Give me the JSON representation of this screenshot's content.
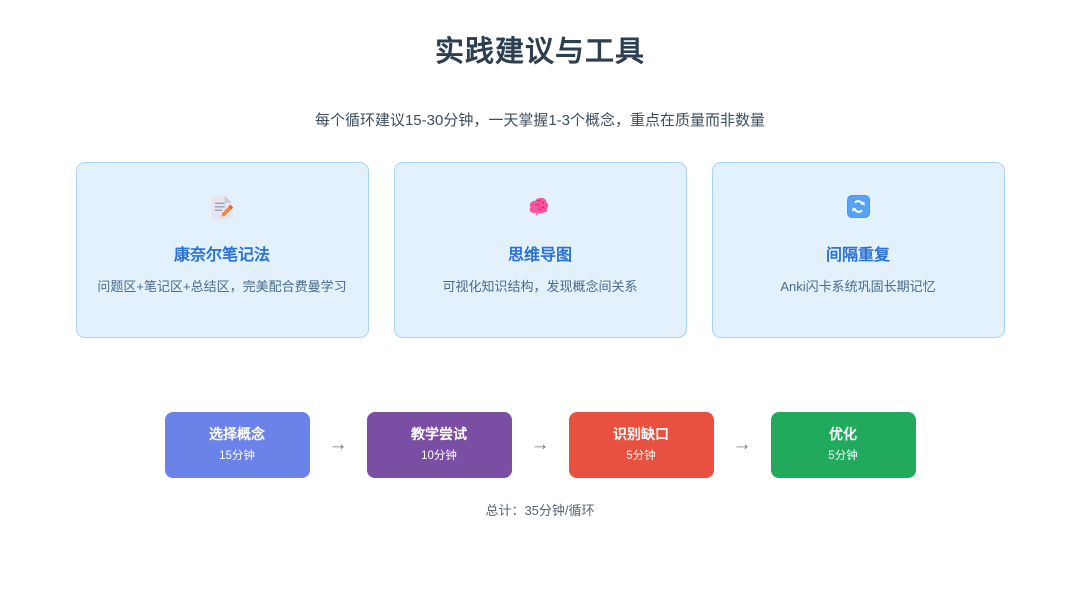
{
  "header": {
    "title": "实践建议与工具",
    "subtitle": "每个循环建议15-30分钟，一天掌握1-3个概念，重点在质量而非数量"
  },
  "cards": [
    {
      "icon": "memo-icon",
      "title": "康奈尔笔记法",
      "description": "问题区+笔记区+总结区，完美配合费曼学习"
    },
    {
      "icon": "brain-icon",
      "title": "思维导图",
      "description": "可视化知识结构，发现概念间关系"
    },
    {
      "icon": "refresh-icon",
      "title": "间隔重复",
      "description": "Anki闪卡系统巩固长期记忆"
    }
  ],
  "flow": {
    "steps": [
      {
        "label": "选择概念",
        "time": "15分钟",
        "color": "#6b82e8"
      },
      {
        "label": "教学尝试",
        "time": "10分钟",
        "color": "#7a4fa3"
      },
      {
        "label": "识别缺口",
        "time": "5分钟",
        "color": "#e8503f"
      },
      {
        "label": "优化",
        "time": "5分钟",
        "color": "#21a95e"
      }
    ],
    "arrow": "→",
    "total": "总计：35分钟/循环"
  },
  "theme": {
    "card_bg": "#e3f1fd",
    "card_border": "#a6d4f4",
    "card_title_color": "#2a72d4",
    "card_desc_color": "#4a6b8a",
    "title_color": "#2c3e50",
    "arrow_color": "#76797e"
  }
}
